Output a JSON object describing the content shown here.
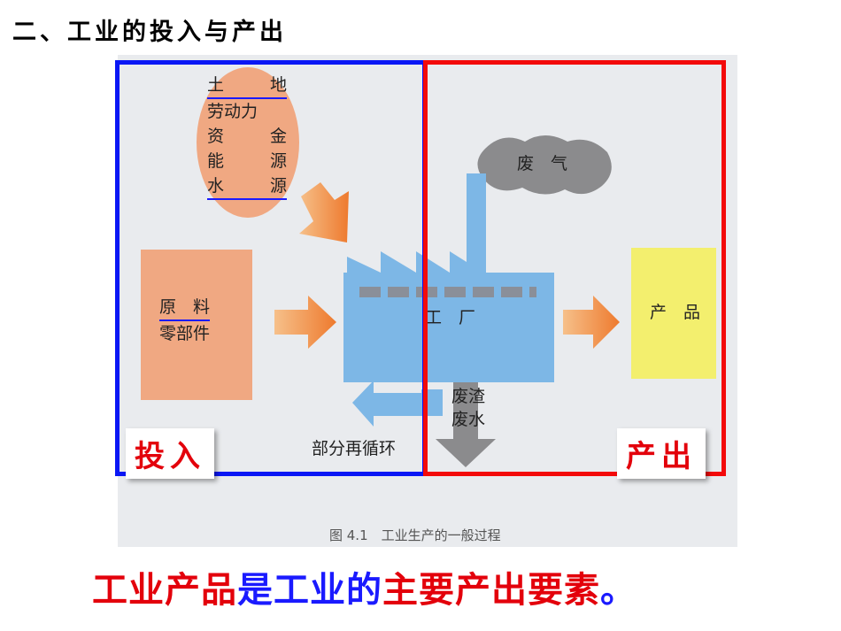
{
  "heading": "二、工业的投入与产出",
  "figure": {
    "inputs": [
      {
        "left": "土",
        "right": "地"
      },
      {
        "left": "劳动力",
        "right": ""
      },
      {
        "left": "资",
        "right": "金"
      },
      {
        "left": "能",
        "right": "源"
      },
      {
        "left": "水",
        "right": "源"
      }
    ],
    "materials": [
      "原　料",
      "零部件"
    ],
    "factory_label": "工　厂",
    "smoke_label": "废　气",
    "waste_labels": [
      "废渣",
      "废水"
    ],
    "recycle_label": "部分再循环",
    "product_label": "产　品",
    "caption": "图 4.1　工业生产的一般过程"
  },
  "tags": {
    "input": "投入",
    "output": "产出"
  },
  "conclusion": [
    {
      "text": "工业产品",
      "color": "#e3000b"
    },
    {
      "text": "是",
      "color": "#1a1aff"
    },
    {
      "text": "工业的",
      "color": "#1a1aff"
    },
    {
      "text": "主要产出要素",
      "color": "#e3000b"
    },
    {
      "text": "。",
      "color": "#1a1aff"
    }
  ],
  "colors": {
    "input_frame": "#0a17f5",
    "output_frame": "#f30a0a",
    "arrow": "#f08a3a",
    "factory": "#7db7e6"
  }
}
